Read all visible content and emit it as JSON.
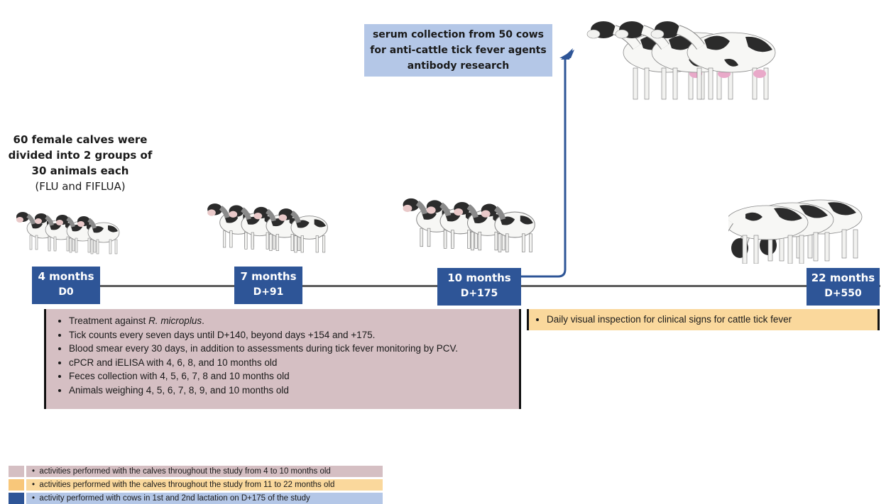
{
  "intro": {
    "lines": [
      "60 female calves were",
      "divided into 2 groups of",
      "30 animals each"
    ],
    "groups": "(FLU and FIFLUA)"
  },
  "serum_box": {
    "lines": [
      "serum collection from 50 cows",
      "for anti-cattle tick fever agents",
      "antibody research"
    ]
  },
  "timepoints": [
    {
      "months": "4 months",
      "day": "D0"
    },
    {
      "months": "7 months",
      "day": "D+91"
    },
    {
      "months": "10 months",
      "day": "D+175"
    },
    {
      "months": "22 months",
      "day": "D+550"
    }
  ],
  "calf_activities": {
    "items": [
      "Treatment against ",
      "Tick counts every seven days until D+140, beyond days +154 and +175.",
      "Blood smear every 30 days, in addition to assessments during tick fever monitoring by PCV.",
      "cPCR and iELISA with 4, 6, 8, and 10 months old",
      "Feces collection with 4, 5, 6, 7, 8 and 10 months old",
      "Animals weighing 4, 5, 6, 7, 8, 9, and 10 months old"
    ],
    "species_italic": "R. microplus",
    "after_species": "."
  },
  "cow_activities": {
    "items": [
      "Daily visual inspection for clinical signs for cattle tick fever"
    ]
  },
  "legend": [
    {
      "text": "activities performed with the calves throughout the study from 4 to 10 months old",
      "color": "#d5bfc3",
      "bar_color": "#d5bfc3"
    },
    {
      "text": "activities performed with the calves throughout the study from 11 to 22 months old",
      "color": "#f8c77a",
      "bar_color": "#fad89c"
    },
    {
      "text": "activity performed with cows in 1st and 2nd lactation on D+175 of the study",
      "color": "#2e5597",
      "bar_color": "#b4c7e7"
    }
  ],
  "colors": {
    "timepoint_box": "#2e5597",
    "serum_box": "#b4c7e7",
    "arrow": "#2e5597",
    "timeline": "#5a5a5a"
  }
}
